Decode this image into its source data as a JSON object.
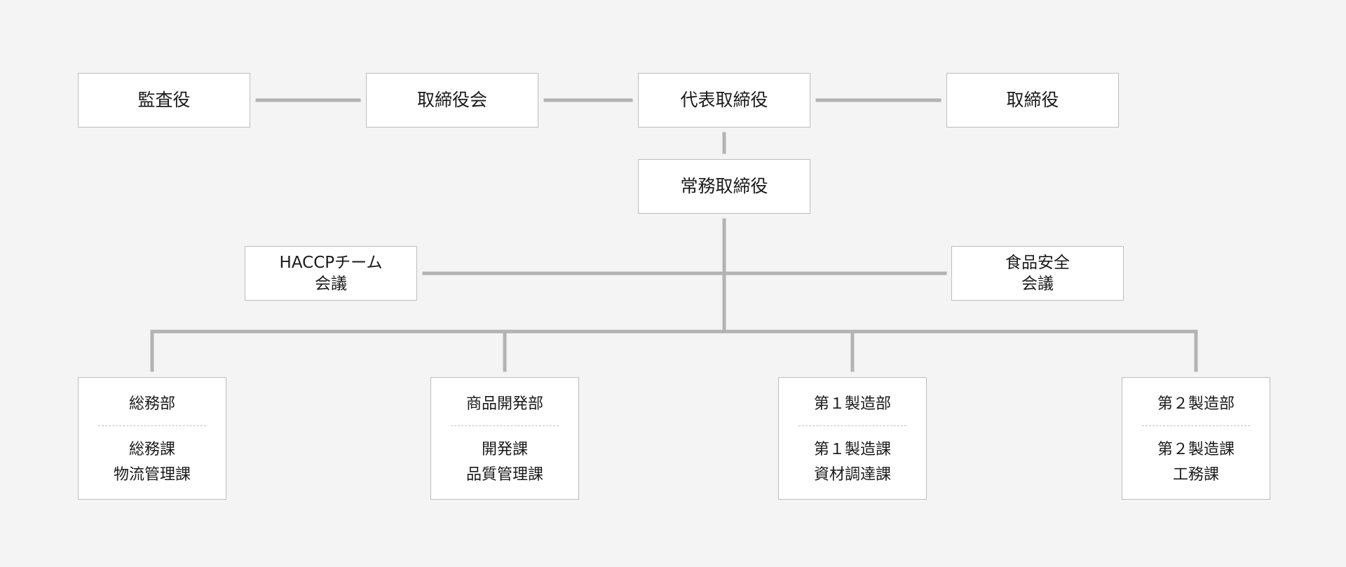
{
  "top_row": {
    "auditor": "監査役",
    "board": "取締役会",
    "representative_director": "代表取締役",
    "director": "取締役"
  },
  "managing_director": "常務取締役",
  "committees": {
    "haccp": {
      "line1": "HACCPチーム",
      "line2": "会議"
    },
    "food_safety": {
      "line1": "食品安全",
      "line2": "会議"
    }
  },
  "departments": [
    {
      "title": "総務部",
      "sections": [
        "総務課",
        "物流管理課"
      ]
    },
    {
      "title": "商品開発部",
      "sections": [
        "開発課",
        "品質管理課"
      ]
    },
    {
      "title": "第１製造部",
      "sections": [
        "第１製造課",
        "資材調達課"
      ]
    },
    {
      "title": "第２製造部",
      "sections": [
        "第２製造課",
        "工務課"
      ]
    }
  ],
  "colors": {
    "background": "#f4f4f4",
    "box_fill": "#ffffff",
    "box_border": "#bdbdbd",
    "connector": "#b3b3b3",
    "text": "#1a1a1a"
  }
}
